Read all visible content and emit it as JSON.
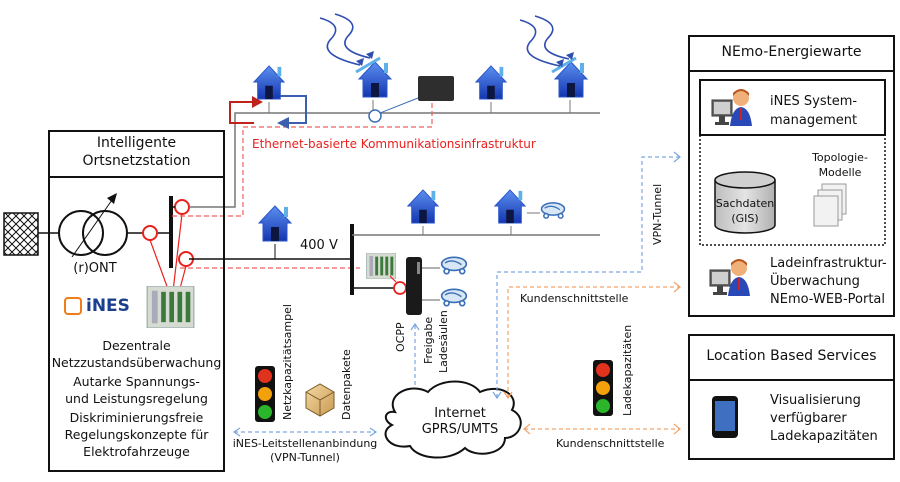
{
  "station": {
    "title_line1": "Intelligente",
    "title_line2": "Ortsnetzstation",
    "transformer_label": "(r)ONT",
    "logo_text": "iNES",
    "features": [
      "Dezentrale",
      "Netzzustandsüberwachung",
      "Autarke Spannungs-",
      "und Leistungsregelung",
      "Diskriminierungsfreie",
      "Regelungskonzepte für",
      "Elektrofahrzeuge"
    ]
  },
  "grid": {
    "ethernet_label": "Ethernet-basierte Kommunikationsinfrastruktur",
    "voltage_label": "400 V"
  },
  "labels": {
    "ocpp": "OCPP",
    "freigabe": "Freigabe",
    "ladesaeulen": "Ladesäulen",
    "netzkapazitaetsampel": "Netzkapazitätsampel",
    "datenpakete": "Datenpakete",
    "leitstelle_line1": "iNES-Leitstellenanbindung",
    "leitstelle_line2": "(VPN-Tunnel)",
    "internet_line1": "Internet",
    "internet_line2": "GPRS/UMTS",
    "vpn_tunnel": "VPN-Tunnel",
    "kundenschnittstelle_1": "Kundenschnittstelle",
    "kundenschnittstelle_2": "Kundenschnittstelle",
    "ladekapazitaeten": "Ladekapazitäten"
  },
  "nemo": {
    "title": "NEmo-Energiewarte",
    "system_line1": "iNES System-",
    "system_line2": "management",
    "topologie_line1": "Topologie-",
    "topologie_line2": "Modelle",
    "sachdaten_line1": "Sachdaten",
    "sachdaten_line2": "(GIS)",
    "lade_line1": "Ladeinfrastruktur-",
    "lade_line2": "Überwachung",
    "lade_line3": "NEmo-WEB-Portal"
  },
  "lbs": {
    "title": "Location Based Services",
    "line1": "Visualisierung",
    "line2": "verfügbarer",
    "line3": "Ladekapazitäten"
  },
  "colors": {
    "red": "#e8211d",
    "blue_dash": "#7aa7e0",
    "orange_dash": "#f4a46a",
    "house_blue": "#1f4fc4",
    "ines_blue": "#1a3f8f",
    "ines_orange": "#f07d1a"
  }
}
